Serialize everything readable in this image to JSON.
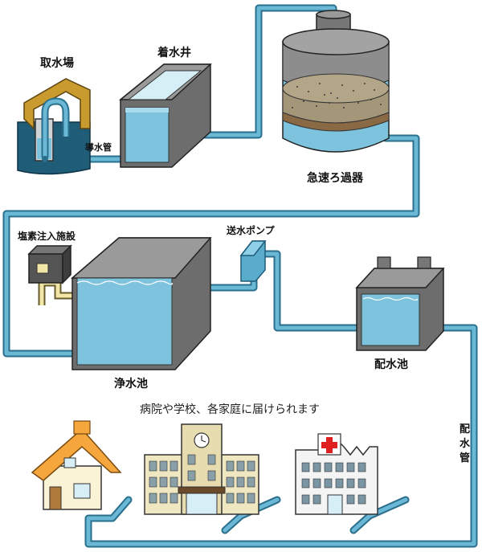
{
  "labels": {
    "intake": "取水場",
    "conduit": "導水管",
    "receiving_well": "着水井",
    "rapid_filter": "急速ろ過器",
    "chlorine": "塩素注入施設",
    "pump": "送水ポンプ",
    "clear_well": "浄水池",
    "distribution_reservoir": "配水池",
    "distribution_pipe": [
      "配",
      "水",
      "管"
    ],
    "caption": "病院や学校、各家庭に届けられます"
  },
  "colors": {
    "water": "#7ec3dd",
    "water_dark": "#4f9fc0",
    "pipe": "#5aaccd",
    "pipe_edge": "#2a6f8c",
    "tank_gray": "#8f8f8f",
    "tank_dark": "#5e5e5e",
    "filter_sand": "#9c8e72",
    "filter_gravel": "#8a6a45",
    "intake_roof": "#c79a2c",
    "chlorine_pipe": "#f1e6a8",
    "house_roof": "#f5a63c",
    "hospital_cross": "#e02020"
  }
}
